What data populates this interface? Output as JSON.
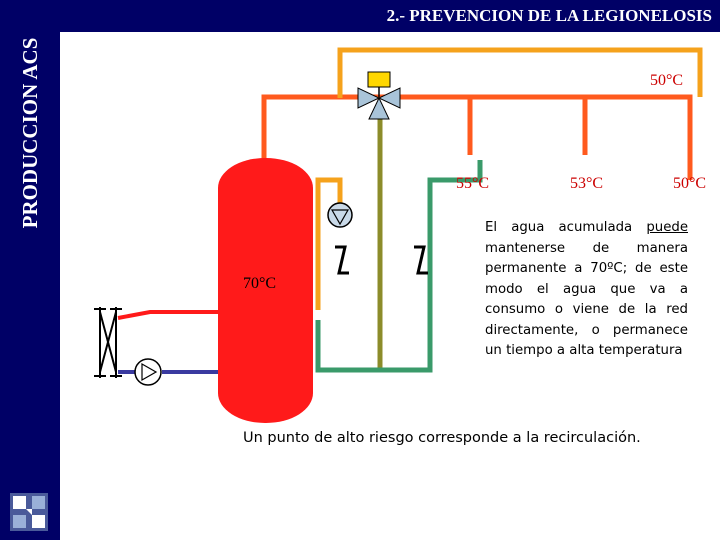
{
  "sidebar": {
    "vertical_title": "PRODUCCION ACS"
  },
  "header": {
    "title": "2.- PREVENCION DE LA LEGIONELOSIS"
  },
  "diagram": {
    "tank_label": "70°C",
    "temp_top": "50°C",
    "temp_branch_1": "55°C",
    "temp_branch_2": "53°C",
    "temp_branch_3": "50°C",
    "description_before": "El agua acumulada ",
    "description_underlined": "puede",
    "description_after": " mantenerse de manera permanente a 70ºC; de este modo el agua que va a consumo o viene de la red directamente, o permanece un tiempo a alta temperatura",
    "risk_note": "Un punto de alto riesgo corresponde a la recirculación."
  },
  "colors": {
    "hot_pipe": "#ff5a1e",
    "recirc_pipe": "#f5a21c",
    "cold_pipe": "#3a9a6a",
    "return_pipe": "#8c8c2a",
    "tank": "#ff1a1a",
    "blue_pipe": "#3a3aa0",
    "bar": "#000066"
  }
}
